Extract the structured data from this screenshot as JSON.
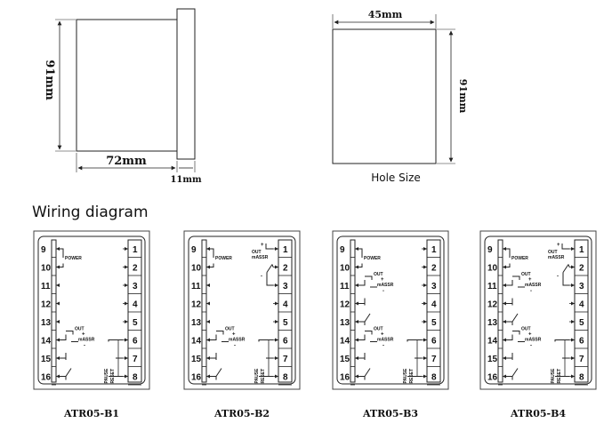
{
  "dimensions": {
    "height_left": "91mm",
    "width_front": "72mm",
    "depth": "11mm",
    "hole_width": "45mm",
    "hole_height": "91mm",
    "hole_caption": "Hole Size"
  },
  "wiring": {
    "heading": "Wiring diagram",
    "left_terminals": [
      "9",
      "10",
      "11",
      "12",
      "13",
      "14",
      "15",
      "16"
    ],
    "right_terminals": [
      "1",
      "2",
      "3",
      "4",
      "5",
      "6",
      "7",
      "8"
    ],
    "power_label": "POWER",
    "out_label": "OUT",
    "ma_label": "mASSR",
    "plus": "+",
    "minus": "-",
    "pause_label": "PAUSE",
    "reset_label": "RESET",
    "models": [
      {
        "name": "ATR05-B1"
      },
      {
        "name": "ATR05-B2"
      },
      {
        "name": "ATR05-B3"
      },
      {
        "name": "ATR05-B4"
      }
    ]
  },
  "colors": {
    "line": "#222222",
    "box_border": "#444444"
  }
}
